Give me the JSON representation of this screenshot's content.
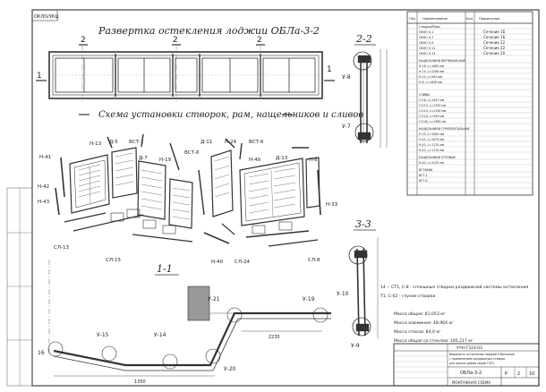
{
  "sheet": {
    "stamp_top_left": "ОКЛО/УКЦ",
    "title_facade": "Развертка остекления лоджии ОБЛа-3-2",
    "title_scheme": "Схема установки створок, рам, нащельников и сливов",
    "section_2_2": "2-2",
    "section_3_3": "3-3",
    "section_1_1": "1-1",
    "cut_mark_2": "2",
    "cut_mark_1": "1"
  },
  "facade_labels": {
    "u8": "У-8",
    "u7": "У-7",
    "u10": "У-10",
    "u9": "У-9"
  },
  "scheme_labels": [
    {
      "id": "n13",
      "text": "Н-13"
    },
    {
      "id": "d5",
      "text": "Д-5"
    },
    {
      "id": "vst1",
      "text": "ВСТ-1"
    },
    {
      "id": "n41",
      "text": "Н-41"
    },
    {
      "id": "n42",
      "text": "Н-42"
    },
    {
      "id": "n43",
      "text": "Н-43"
    },
    {
      "id": "d7",
      "text": "Д-7"
    },
    {
      "id": "n19",
      "text": "Н-19"
    },
    {
      "id": "vst6",
      "text": "ВСТ-6"
    },
    {
      "id": "d11",
      "text": "Д-11"
    },
    {
      "id": "n24",
      "text": "Н-24"
    },
    {
      "id": "vst6b",
      "text": "ВСТ-6"
    },
    {
      "id": "n40",
      "text": "Н-40"
    },
    {
      "id": "d13",
      "text": "Д-13"
    },
    {
      "id": "n8",
      "text": "Н-8"
    },
    {
      "id": "n33",
      "text": "Н-33"
    },
    {
      "id": "cl13",
      "text": "СЛ-13"
    },
    {
      "id": "cl15",
      "text": "СЛ-15"
    },
    {
      "id": "n40b",
      "text": "Н-40"
    },
    {
      "id": "cl24",
      "text": "СЛ-24"
    },
    {
      "id": "cl8",
      "text": "СЛ-8"
    }
  ],
  "plan_labels": {
    "u21": "У-21",
    "u19": "У-19",
    "u15": "У-15",
    "u14": "У-14",
    "u20": "У-20",
    "u16": "16",
    "dim_2235": "2235",
    "dim_1350": "1350"
  },
  "notes": {
    "line1": "14 -- СТ1, С-8 - сплошные створки раздвижной системы остекления",
    "line2": "Т1, С-02 - глухие створки",
    "mass1": "Масса общая: 81,053 кг",
    "mass2": "Масса алюминия: 48,964 кг",
    "mass3": "Масса стекла: 84,0 кг",
    "mass4": "Масса общая со стеклом: 165,217 кг"
  },
  "spec_table": {
    "headers": [
      "Поз.",
      "Наименование",
      "Кол.",
      "Примечание"
    ],
    "group_frames": "Створки/Рамы",
    "group_nasch": "НАЩЕЛЬНИКИ ВЕРТИКАЛЬНЫЕ",
    "group_sliv": "СЛИВЫ",
    "group_naschgor": "НАЩЕЛЬНИКИ ГОРИЗОНТАЛЬНЫЕ",
    "group_uglov": "НАЩЕЛЬНИКИ УГЛОВЫЕ",
    "group_vstavki": "ВСТАВКИ",
    "rows_frames": [
      {
        "name": "ОКНО О-1",
        "note": "Сечение 1Б"
      },
      {
        "name": "ОКНО О-7",
        "note": "Сечение 1Б"
      },
      {
        "name": "ОКНО О-9",
        "note": "Сечение 22"
      },
      {
        "name": "ОКНО О-11",
        "note": "Сечение 22"
      },
      {
        "name": "ОКНО О-13",
        "note": "Сечение 20"
      }
    ],
    "rows_nasch": [
      "Н-18, L=1965 мм",
      "Н-19, L=2206 мм",
      "Н-24, L=945 мм",
      "Н-8, L=1630 мм"
    ],
    "rows_sliv": [
      "СЛ-8, L=1457 мм",
      "СЛ-13, L=1330 мм",
      "СЛ-15, L=2190 мм",
      "СЛ-24, L=930 мм",
      "СЛ-40, L=1580 мм"
    ],
    "rows_naschgor": [
      "Н-33, L=1060 мм",
      "Н-41, L=1070 мм",
      "Н-42, L=1170 мм",
      "Н-43, L=1170 мм"
    ],
    "rows_uglov": [
      "Н-40, L=1410 мм"
    ],
    "rows_vstavki": [
      "ВСТ-1",
      "ВСТ-6"
    ]
  },
  "title_block": {
    "doc_code": "УЧН-ГЗ23-03",
    "desc_line1": "Ведомость остекления лоджий и балконов",
    "desc_line2": "с применением раздвижных створок",
    "desc_line3": "для жилых домов серии ГЗ23",
    "item_name": "ОБЛа-3-2",
    "stage": "Р",
    "sheet_no": "2",
    "sheets": "10",
    "org": "МОНТАЖНАЯ СХЕМА"
  },
  "colors": {
    "line": "#333333",
    "paper": "#ffffff",
    "frame": "#444444"
  }
}
